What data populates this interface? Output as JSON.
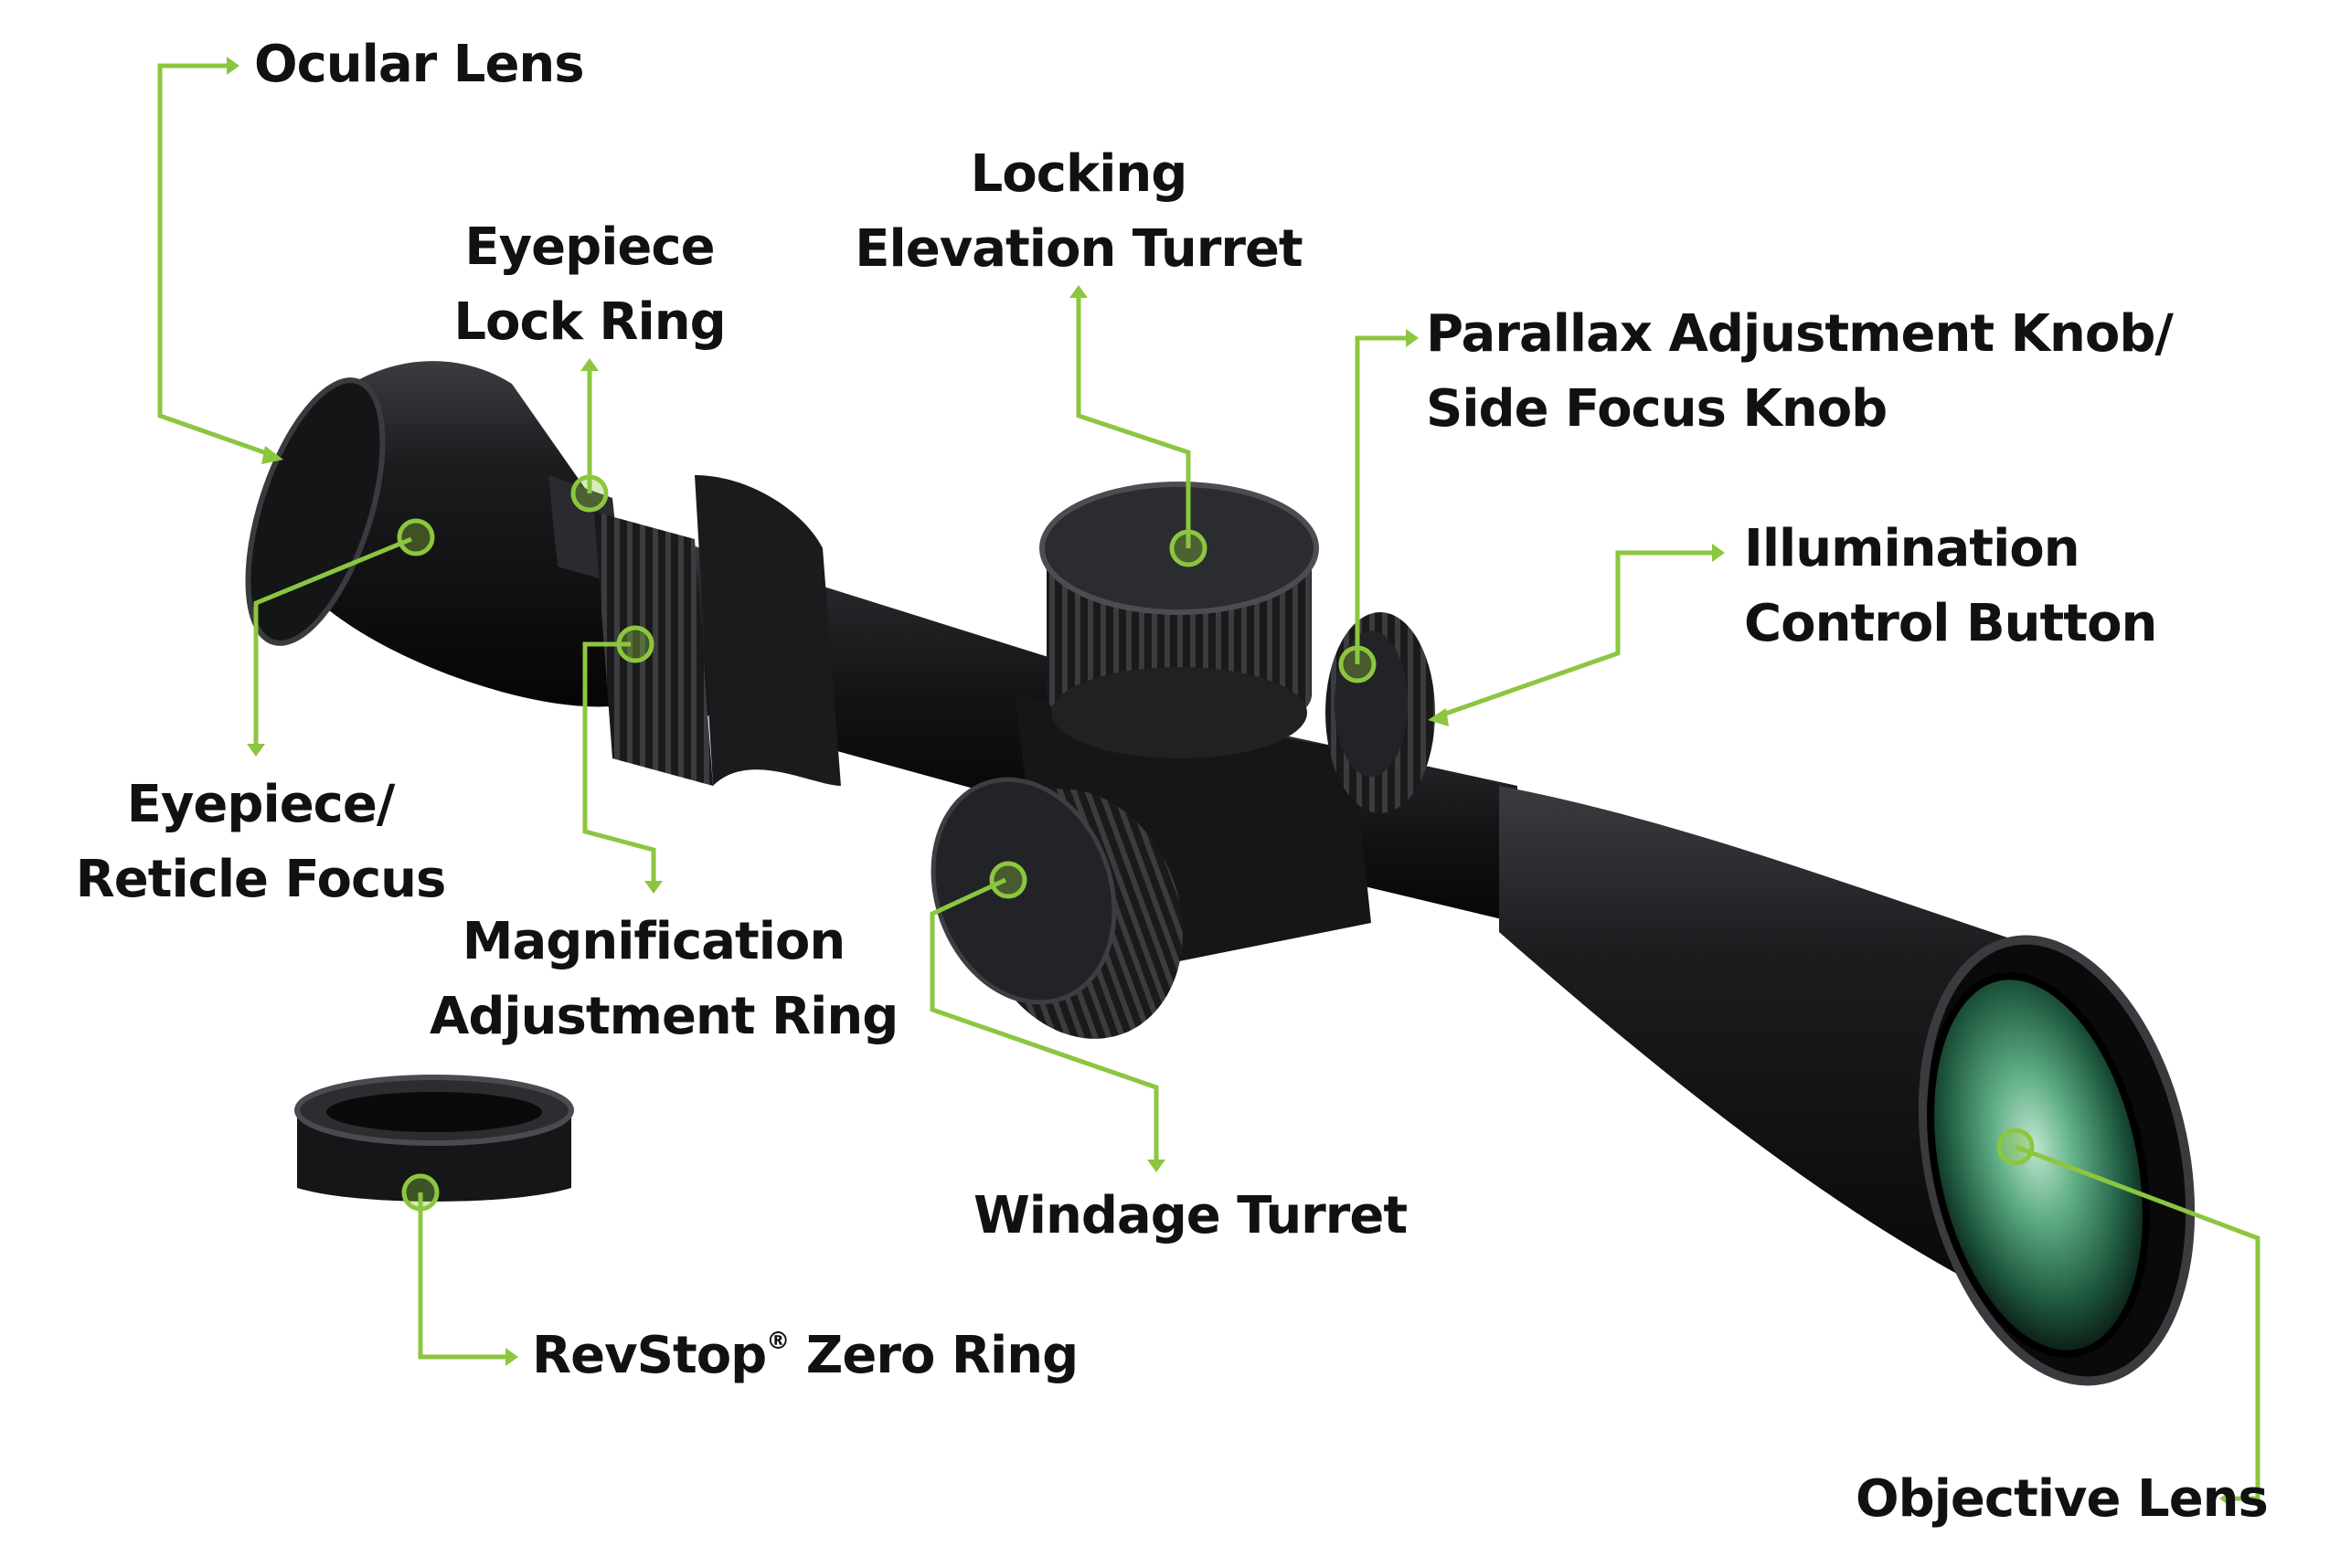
{
  "labels": {
    "ocular_lens": "Ocular Lens",
    "eyepiece_lock_ring": {
      "line1": "Eyepiece",
      "line2": "Lock Ring"
    },
    "locking_elevation_turret": {
      "line1": "Locking",
      "line2": "Elevation Turret"
    },
    "parallax_knob": {
      "line1": "Parallax Adjustment Knob/",
      "line2": "Side Focus Knob"
    },
    "illumination_button": {
      "line1": "Illumination",
      "line2": "Control Button"
    },
    "eyepiece_reticle_focus": {
      "line1": "Eyepiece/",
      "line2": "Reticle Focus"
    },
    "magnification_ring": {
      "line1": "Magnification",
      "line2": "Adjustment Ring"
    },
    "windage_turret": "Windage Turret",
    "revstop_ring": {
      "name": "RevStop",
      "mark": "®",
      "rest": " Zero Ring"
    },
    "objective_lens": "Objective Lens"
  },
  "colors": {
    "callout_green": "#8cc63f",
    "text": "#111111",
    "scope_body": "#1c1d1f",
    "lens_green": "#2f7d5a"
  }
}
